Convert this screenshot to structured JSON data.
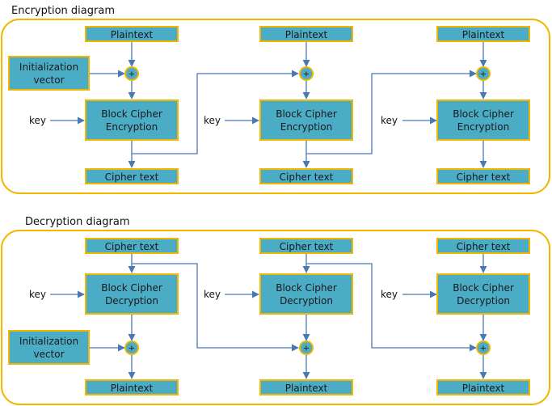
{
  "encryption": {
    "title": "Encryption diagram",
    "iv": [
      "Initialization",
      "vector"
    ],
    "stages": [
      {
        "input": "Plaintext",
        "key": "key",
        "block": [
          "Block Cipher",
          "Encryption"
        ],
        "output": "Cipher text"
      },
      {
        "input": "Plaintext",
        "key": "key",
        "block": [
          "Block Cipher",
          "Encryption"
        ],
        "output": "Cipher text"
      },
      {
        "input": "Plaintext",
        "key": "key",
        "block": [
          "Block Cipher",
          "Encryption"
        ],
        "output": "Cipher text"
      }
    ]
  },
  "decryption": {
    "title": "Decryption diagram",
    "iv": [
      "Initialization",
      "vector"
    ],
    "stages": [
      {
        "input": "Cipher text",
        "key": "key",
        "block": [
          "Block Cipher",
          "Decryption"
        ],
        "output": "Plaintext"
      },
      {
        "input": "Cipher text",
        "key": "key",
        "block": [
          "Block Cipher",
          "Decryption"
        ],
        "output": "Plaintext"
      },
      {
        "input": "Cipher text",
        "key": "key",
        "block": [
          "Block Cipher",
          "Decryption"
        ],
        "output": "Plaintext"
      }
    ]
  },
  "xor_symbol": "+",
  "colors": {
    "box_fill": "#4bacc6",
    "border": "#f2b600",
    "arrow": "#4a78b5",
    "frame": "#f2b600"
  }
}
